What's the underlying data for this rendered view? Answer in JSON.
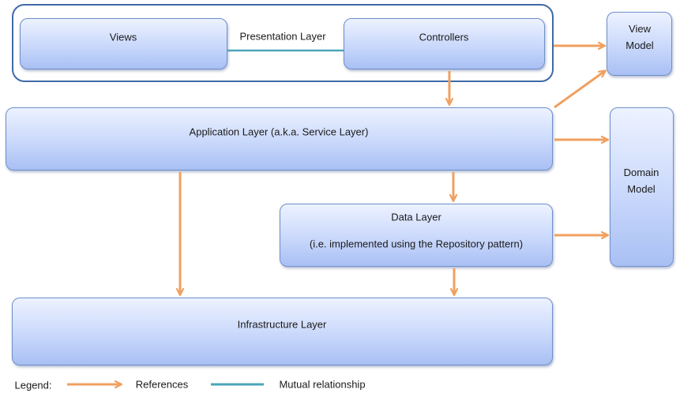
{
  "diagram": {
    "group_label": "Presentation Layer",
    "nodes": {
      "views": "Views",
      "controllers": "Controllers",
      "view_model_line1": "View",
      "view_model_line2": "Model",
      "application_layer": "Application Layer (a.k.a. Service Layer)",
      "domain_model_line1": "Domain",
      "domain_model_line2": "Model",
      "data_layer_title": "Data Layer",
      "data_layer_subtitle": "(i.e. implemented using the Repository pattern)",
      "infrastructure_layer": "Infrastructure Layer"
    },
    "edges": [
      {
        "from": "Views",
        "to": "Controllers",
        "type": "Mutual relationship"
      },
      {
        "from": "Controllers",
        "to": "View Model",
        "type": "References"
      },
      {
        "from": "Controllers",
        "to": "Application Layer (a.k.a. Service Layer)",
        "type": "References"
      },
      {
        "from": "Application Layer (a.k.a. Service Layer)",
        "to": "View Model",
        "type": "References"
      },
      {
        "from": "Application Layer (a.k.a. Service Layer)",
        "to": "Domain Model",
        "type": "References"
      },
      {
        "from": "Application Layer (a.k.a. Service Layer)",
        "to": "Data Layer",
        "type": "References"
      },
      {
        "from": "Application Layer (a.k.a. Service Layer)",
        "to": "Infrastructure Layer",
        "type": "References"
      },
      {
        "from": "Data Layer",
        "to": "Domain Model",
        "type": "References"
      },
      {
        "from": "Data Layer",
        "to": "Infrastructure Layer",
        "type": "References"
      }
    ]
  },
  "legend": {
    "title": "Legend:",
    "references": "References",
    "mutual": "Mutual relationship"
  },
  "colors": {
    "reference_arrow": "#f0a060",
    "mutual_line": "#4aa6b8",
    "group_border": "#3e6aa6",
    "box_border": "#6f8fc9"
  }
}
